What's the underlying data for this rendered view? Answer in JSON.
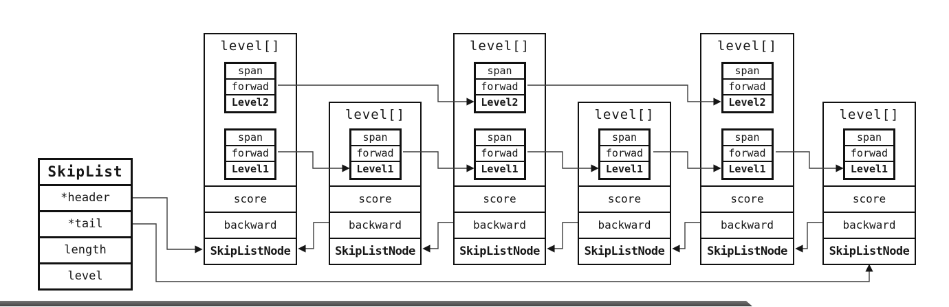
{
  "skiplist": {
    "title": "SkipList",
    "fields": [
      "*header",
      "*tail",
      "length",
      "level"
    ]
  },
  "nodes": [
    {
      "title": "level[]",
      "levels": [
        {
          "span": "span",
          "forward": "forwad",
          "label": "Level2"
        },
        {
          "span": "span",
          "forward": "forwad",
          "label": "Level1"
        }
      ],
      "score": "score",
      "backward": "backward",
      "type": "SkipListNode"
    },
    {
      "title": "level[]",
      "levels": [
        {
          "span": "span",
          "forward": "forwad",
          "label": "Level1"
        }
      ],
      "score": "score",
      "backward": "backward",
      "type": "SkipListNode"
    },
    {
      "title": "level[]",
      "levels": [
        {
          "span": "span",
          "forward": "forwad",
          "label": "Level2"
        },
        {
          "span": "span",
          "forward": "forwad",
          "label": "Level1"
        }
      ],
      "score": "score",
      "backward": "backward",
      "type": "SkipListNode"
    },
    {
      "title": "level[]",
      "levels": [
        {
          "span": "span",
          "forward": "forwad",
          "label": "Level1"
        }
      ],
      "score": "score",
      "backward": "backward",
      "type": "SkipListNode"
    },
    {
      "title": "level[]",
      "levels": [
        {
          "span": "span",
          "forward": "forwad",
          "label": "Level2"
        },
        {
          "span": "span",
          "forward": "forwad",
          "label": "Level1"
        }
      ],
      "score": "score",
      "backward": "backward",
      "type": "SkipListNode"
    },
    {
      "title": "level[]",
      "levels": [
        {
          "span": "span",
          "forward": "forwad",
          "label": "Level1"
        }
      ],
      "score": "score",
      "backward": "backward",
      "type": "SkipListNode"
    }
  ],
  "connections": [
    {
      "from": "SkipList.*header",
      "to": "node1.SkipListNode"
    },
    {
      "from": "SkipList.*tail",
      "to": "node6.SkipListNode"
    },
    {
      "from": "node1.Level2.forwad",
      "to": "node3.Level2"
    },
    {
      "from": "node3.Level2.forwad",
      "to": "node5.Level2"
    },
    {
      "from": "node1.Level1.forwad",
      "to": "node2.Level1"
    },
    {
      "from": "node2.Level1.forwad",
      "to": "node3.Level1"
    },
    {
      "from": "node3.Level1.forwad",
      "to": "node4.Level1"
    },
    {
      "from": "node4.Level1.forwad",
      "to": "node5.Level1"
    },
    {
      "from": "node5.Level1.forwad",
      "to": "node6.Level1"
    },
    {
      "from": "node2.backward",
      "to": "node1.SkipListNode"
    },
    {
      "from": "node3.backward",
      "to": "node2.SkipListNode"
    },
    {
      "from": "node4.backward",
      "to": "node3.SkipListNode"
    },
    {
      "from": "node5.backward",
      "to": "node4.SkipListNode"
    },
    {
      "from": "node6.backward",
      "to": "node5.SkipListNode"
    }
  ],
  "colors": {
    "box_border": "#111111",
    "wire": "#3d3d3d",
    "progress_bar": "#4b4b4b",
    "background": "#ffffff"
  }
}
